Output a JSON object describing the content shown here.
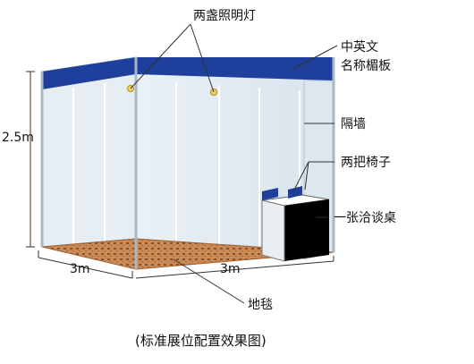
{
  "labels": {
    "lights": "两盏照明灯",
    "fascia_line1": "中英文",
    "fascia_line2": "名称楣板",
    "partition": "隔墙",
    "chairs": "两把椅子",
    "table": "一张洽谈桌",
    "carpet": "地毯",
    "height": "2.5m",
    "depth": "3m",
    "width": "3m"
  },
  "caption": "(标准展位配置效果图)",
  "colors": {
    "fascia": "#1f3f9c",
    "wall": "#e3ecf2",
    "wall_shade": "#cfdbe5",
    "frame": "#b8c6d0",
    "carpet": "#c98a55",
    "carpet_dot": "#8e4f26",
    "table_body": "#000000",
    "table_top": "#ffffff",
    "chair_back": "#1f3f9c"
  }
}
